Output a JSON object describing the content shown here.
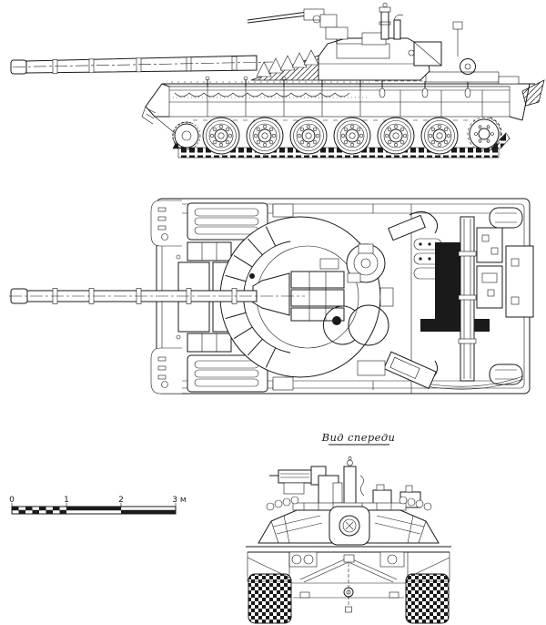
{
  "caption": {
    "front_view": "Вид спереди"
  },
  "scale_bar": {
    "labels": [
      "0",
      "1",
      "2",
      "3 м"
    ]
  },
  "colors": {
    "ink": "#1a1a1a",
    "paper": "#ffffff"
  }
}
